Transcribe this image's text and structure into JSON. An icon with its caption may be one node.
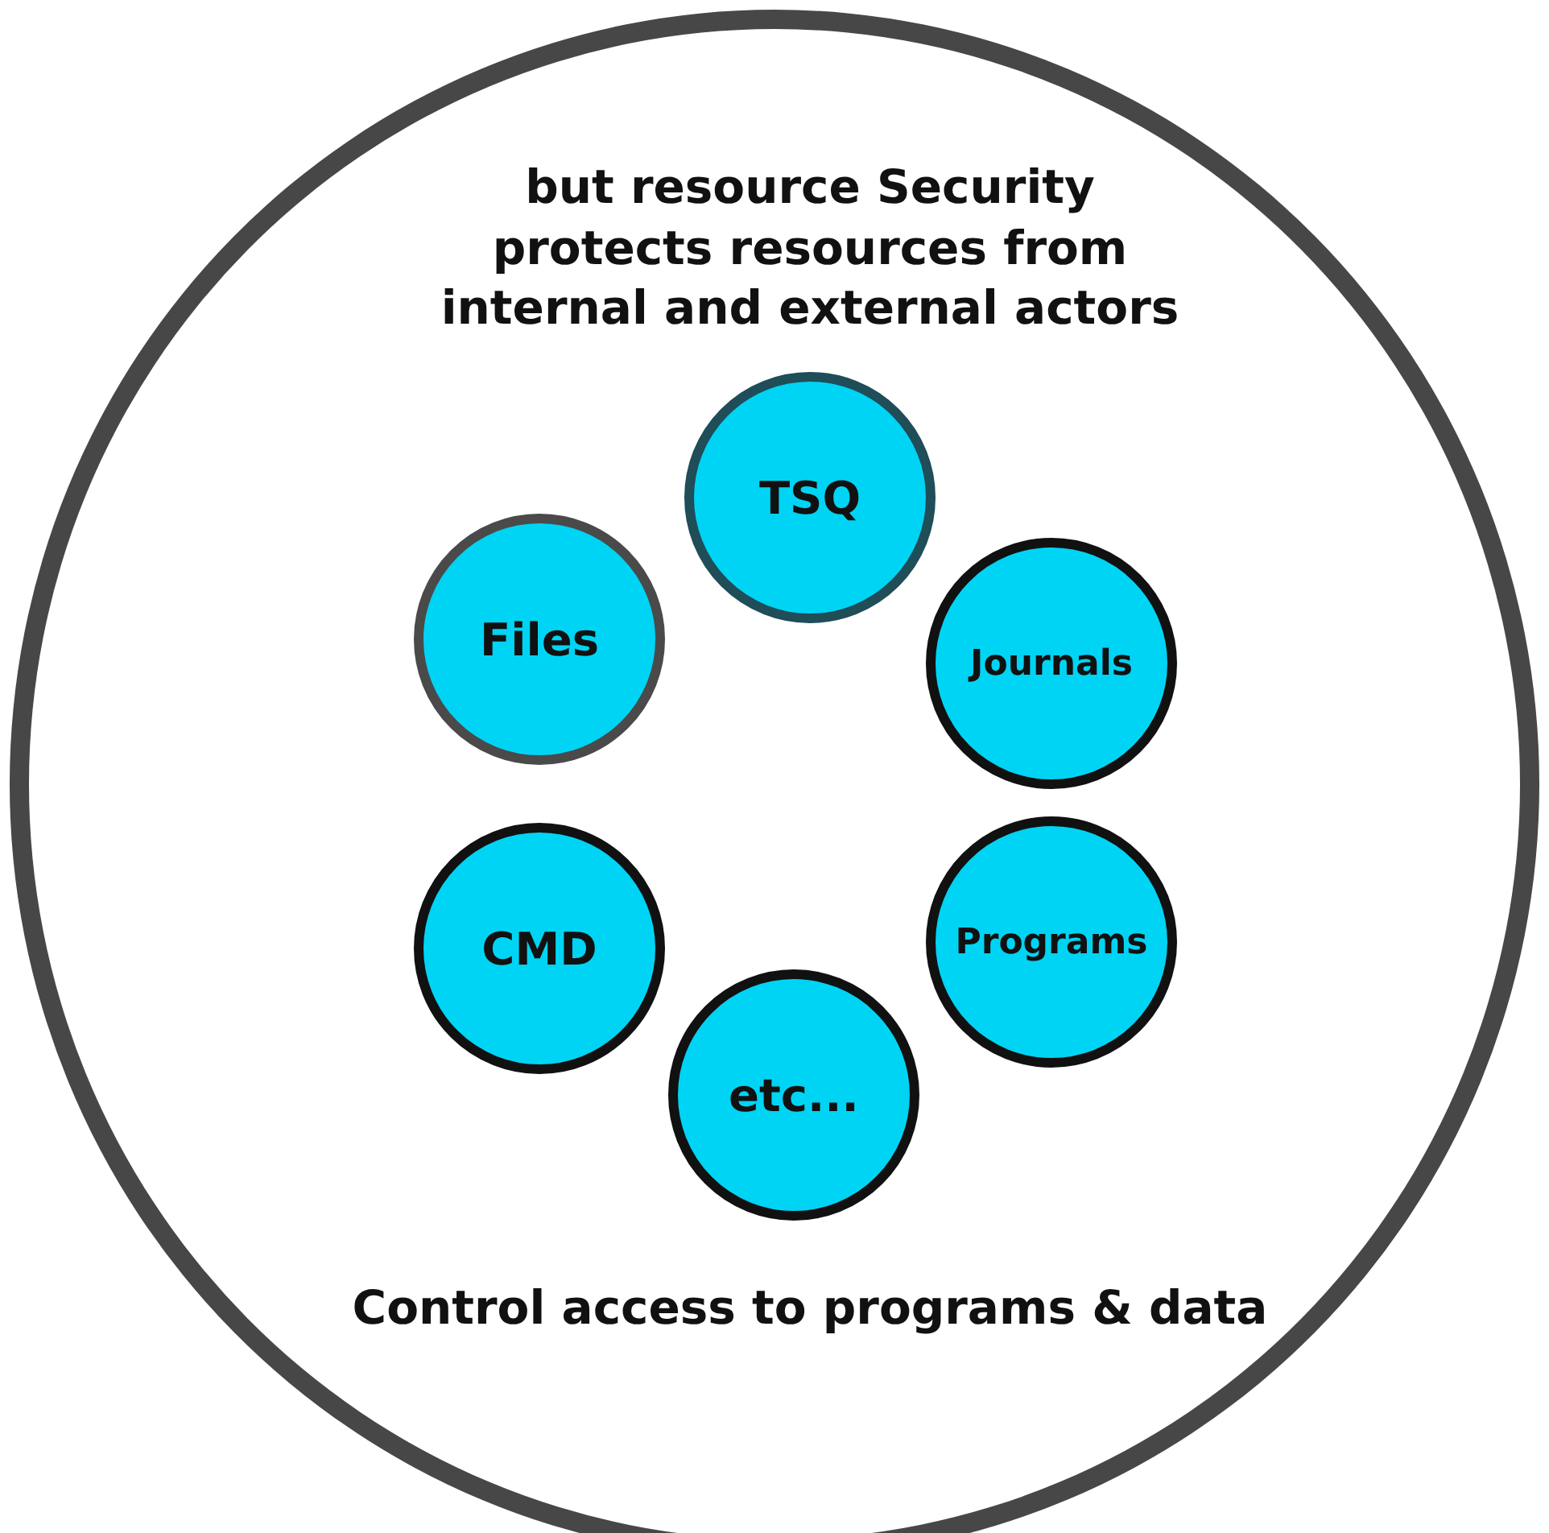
{
  "diagram": {
    "nodes": [
      {
        "text": [
          "but resource Security protects resources from internal and external actors",
          "Control access to programs & data"
        ]
      },
      {
        "text": [
          "TSQ"
        ],
        "in": 0
      },
      {
        "text": [
          "Files"
        ],
        "in": 0
      },
      {
        "text": [
          "Journals"
        ],
        "in": 0
      },
      {
        "text": [
          "Programs"
        ],
        "in": 0
      },
      {
        "text": [
          "CMD"
        ],
        "in": 0
      },
      {
        "text": [
          "etc..."
        ],
        "in": 0
      }
    ]
  }
}
